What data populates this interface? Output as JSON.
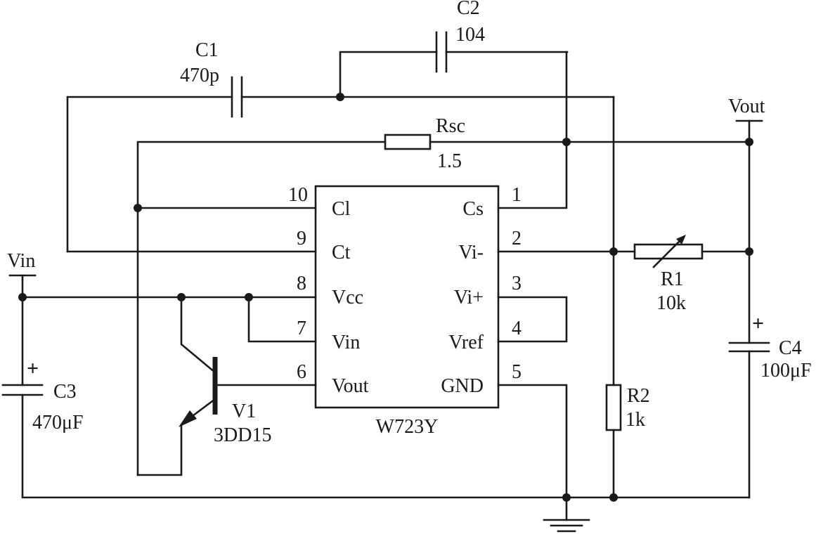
{
  "ic": {
    "name": "W723Y",
    "pins": [
      {
        "num": "10",
        "label": "Cl"
      },
      {
        "num": "9",
        "label": "Ct"
      },
      {
        "num": "8",
        "label": "Vcc"
      },
      {
        "num": "7",
        "label": "Vin"
      },
      {
        "num": "6",
        "label": "Vout"
      },
      {
        "num": "1",
        "label": "Cs"
      },
      {
        "num": "2",
        "label": "Vi-"
      },
      {
        "num": "3",
        "label": "Vi+"
      },
      {
        "num": "4",
        "label": "Vref"
      },
      {
        "num": "5",
        "label": "GND"
      }
    ]
  },
  "components": {
    "c1": {
      "name": "C1",
      "value": "470p"
    },
    "c2": {
      "name": "C2",
      "value": "104"
    },
    "c3": {
      "name": "C3",
      "value": "470μF"
    },
    "c4": {
      "name": "C4",
      "value": "100μF"
    },
    "rsc": {
      "name": "Rsc",
      "value": "1.5"
    },
    "r1": {
      "name": "R1",
      "value": "10k"
    },
    "r2": {
      "name": "R2",
      "value": "1k"
    },
    "v1": {
      "name": "V1",
      "value": "3DD15"
    }
  },
  "terminals": {
    "vin": "Vin",
    "vout": "Vout"
  },
  "polarity_mark": "+"
}
